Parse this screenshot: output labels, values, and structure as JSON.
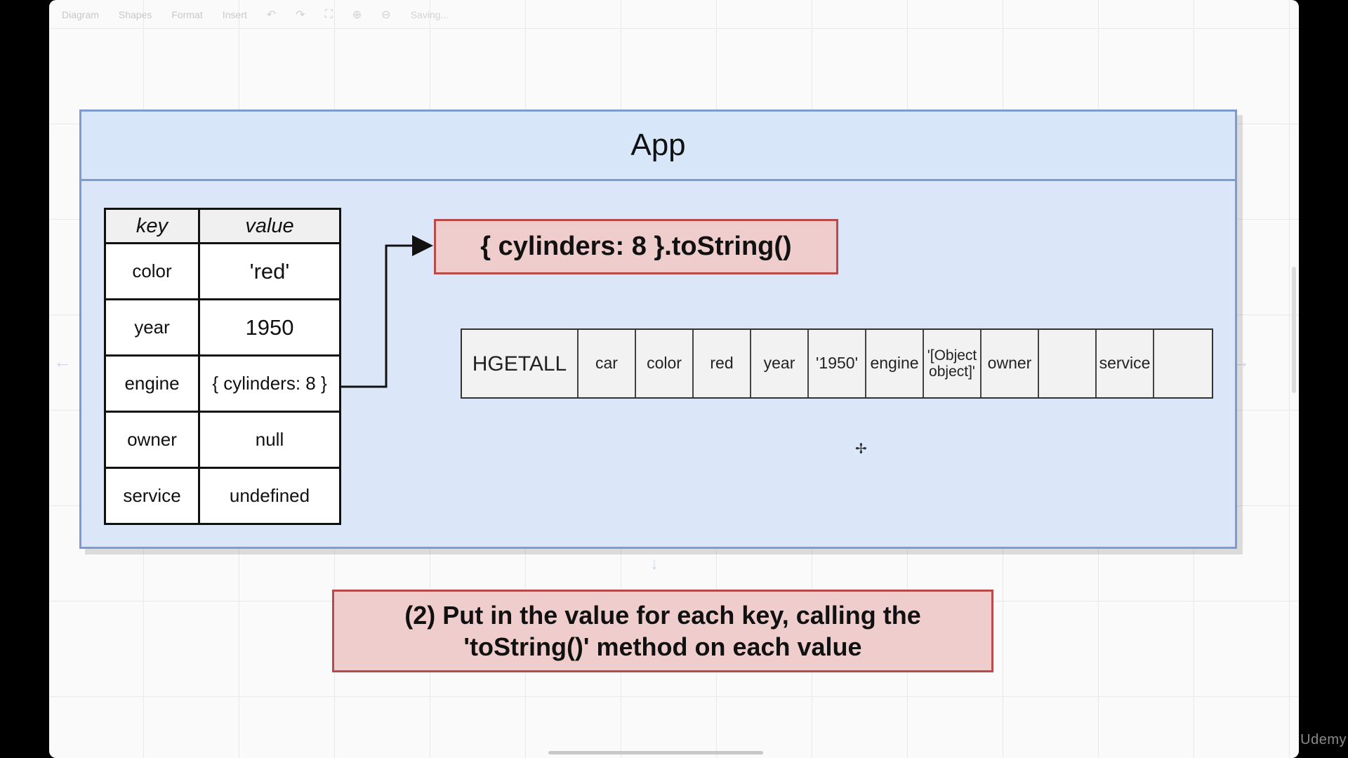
{
  "toolbar": {
    "menus": [
      "Diagram",
      "Shapes",
      "Format",
      "Insert"
    ],
    "status": "Saving..."
  },
  "app": {
    "title": "App"
  },
  "kv_table": {
    "headers": {
      "key": "key",
      "value": "value"
    },
    "rows": [
      {
        "key": "color",
        "value": "'red'"
      },
      {
        "key": "year",
        "value": "1950"
      },
      {
        "key": "engine",
        "value": "{ cylinders: 8 }"
      },
      {
        "key": "owner",
        "value": "null"
      },
      {
        "key": "service",
        "value": "undefined"
      }
    ]
  },
  "code_box": {
    "text": "{ cylinders: 8 }.toString()"
  },
  "hgetall": {
    "cells": [
      "HGETALL",
      "car",
      "color",
      "red",
      "year",
      "'1950'",
      "engine",
      "'[Object object]'",
      "owner",
      "",
      "service",
      ""
    ]
  },
  "note": {
    "line1": "(2) Put in the value for each key, calling the",
    "line2": "'toString()' method on each value"
  },
  "watermark": "Udemy",
  "colors": {
    "container_bg": "#dbe7f9",
    "container_border": "#7d9bd3",
    "note_bg": "#f0cdcd",
    "note_border": "#b94a4a"
  }
}
